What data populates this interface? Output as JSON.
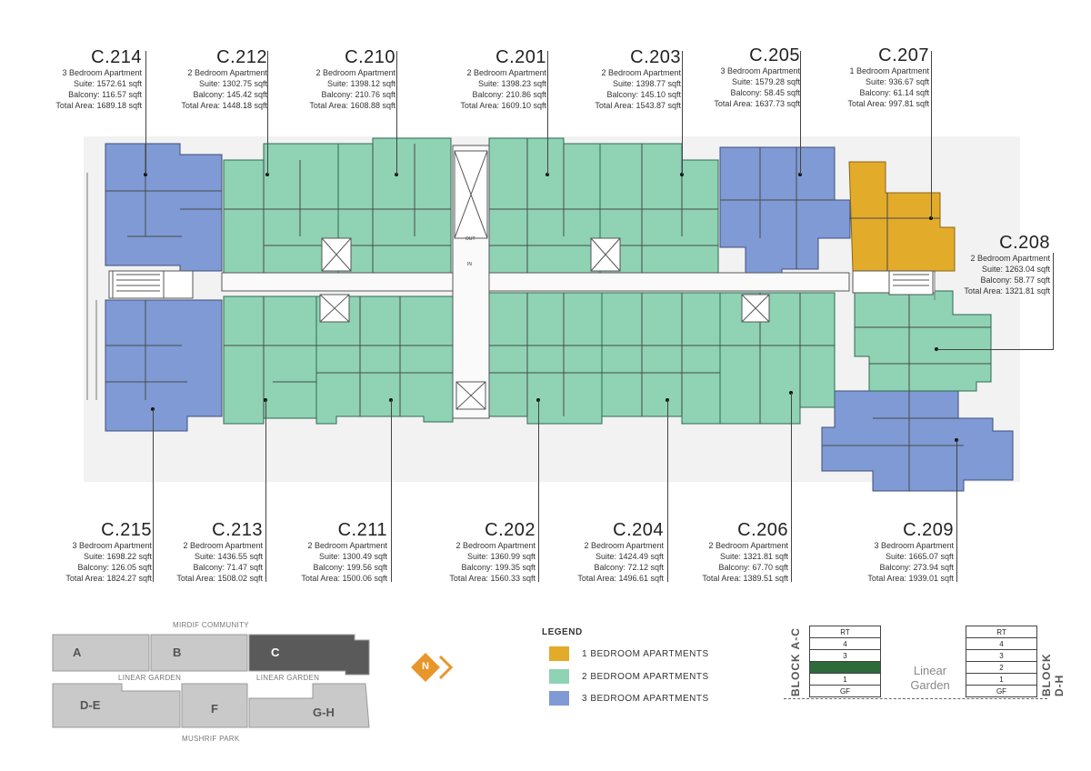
{
  "units_top": [
    {
      "code": "C.214",
      "type": "3 Bedroom Apartment",
      "suite": "Suite: 1572.61 sqft",
      "balcony": "Balcony: 116.57 sqft",
      "total": "Total Area: 1689.18 sqft"
    },
    {
      "code": "C.212",
      "type": "2 Bedroom Apartment",
      "suite": "Suite: 1302.75 sqft",
      "balcony": "Balcony: 145.42 sqft",
      "total": "Total Area: 1448.18 sqft"
    },
    {
      "code": "C.210",
      "type": "2 Bedroom Apartment",
      "suite": "Suite: 1398.12 sqft",
      "balcony": "Balcony: 210.76 sqft",
      "total": "Total Area: 1608.88 sqft"
    },
    {
      "code": "C.201",
      "type": "2 Bedroom Apartment",
      "suite": "Suite: 1398.23 sqft",
      "balcony": "Balcony: 210.86 sqft",
      "total": "Total Area: 1609.10 sqft"
    },
    {
      "code": "C.203",
      "type": "2 Bedroom Apartment",
      "suite": "Suite: 1398.77 sqft",
      "balcony": "Balcony: 145.10 sqft",
      "total": "Total Area: 1543.87 sqft"
    },
    {
      "code": "C.205",
      "type": "3 Bedroom Apartment",
      "suite": "Suite: 1579.28 sqft",
      "balcony": "Balcony: 58.45 sqft",
      "total": "Total Area: 1637.73 sqft"
    },
    {
      "code": "C.207",
      "type": "1 Bedroom Apartment",
      "suite": "Suite: 936.67 sqft",
      "balcony": "Balcony: 61.14 sqft",
      "total": "Total Area: 997.81 sqft"
    }
  ],
  "unit_right": {
    "code": "C.208",
    "type": "2 Bedroom Apartment",
    "suite": "Suite: 1263.04 sqft",
    "balcony": "Balcony: 58.77 sqft",
    "total": "Total Area: 1321.81 sqft"
  },
  "units_bottom": [
    {
      "code": "C.215",
      "type": "3 Bedroom Apartment",
      "suite": "Suite: 1698.22 sqft",
      "balcony": "Balcony: 126.05 sqft",
      "total": "Total Area: 1824.27 sqft"
    },
    {
      "code": "C.213",
      "type": "2 Bedroom Apartment",
      "suite": "Suite: 1436.55 sqft",
      "balcony": "Balcony: 71.47 sqft",
      "total": "Total Area: 1508.02 sqft"
    },
    {
      "code": "C.211",
      "type": "2 Bedroom Apartment",
      "suite": "Suite: 1300.49 sqft",
      "balcony": "Balcony: 199.56 sqft",
      "total": "Total Area: 1500.06 sqft"
    },
    {
      "code": "C.202",
      "type": "2 Bedroom Apartment",
      "suite": "Suite: 1360.99 sqft",
      "balcony": "Balcony: 199.35 sqft",
      "total": "Total Area: 1560.33 sqft"
    },
    {
      "code": "C.204",
      "type": "2 Bedroom Apartment",
      "suite": "Suite: 1424.49 sqft",
      "balcony": "Balcony: 72.12 sqft",
      "total": "Total Area: 1496.61 sqft"
    },
    {
      "code": "C.206",
      "type": "2 Bedroom Apartment",
      "suite": "Suite: 1321.81 sqft",
      "balcony": "Balcony: 67.70 sqft",
      "total": "Total Area: 1389.51 sqft"
    },
    {
      "code": "C.209",
      "type": "3 Bedroom Apartment",
      "suite": "Suite: 1665.07 sqft",
      "balcony": "Balcony: 273.94 sqft",
      "total": "Total Area: 1939.01 sqft"
    }
  ],
  "plan_labels": {
    "out": "OUT",
    "in": "IN"
  },
  "legend": {
    "title": "LEGEND",
    "items": [
      {
        "label": "1 BEDROOM APARTMENTS",
        "color": "#e3ab2a"
      },
      {
        "label": "2 BEDROOM APARTMENTS",
        "color": "#8fd2b4"
      },
      {
        "label": "3 BEDROOM APARTMENTS",
        "color": "#7f9ad4"
      }
    ]
  },
  "key_map": {
    "top_label": "MIRDIF COMMUNITY",
    "garden_label_1": "LINEAR GARDEN",
    "garden_label_2": "LINEAR GARDEN",
    "bottom_label": "MUSHRIF PARK",
    "blocks": [
      "A",
      "B",
      "C",
      "D-E",
      "F",
      "G-H"
    ],
    "active_block": "C",
    "colors": {
      "inactive": "#c9c9c9",
      "active": "#5a5a5a"
    }
  },
  "north": {
    "label": "N",
    "color": "#e8962a"
  },
  "floors": {
    "left_block": "BLOCK A-C",
    "right_block": "BLOCK D-H",
    "levels": [
      "RT",
      "4",
      "3",
      "2",
      "1",
      "GF"
    ],
    "active_level": "2",
    "garden": "Linear Garden"
  },
  "colors": {
    "one_bed": "#e3ab2a",
    "two_bed": "#8fd2b4",
    "three_bed": "#7f9ad4",
    "wall": "#4a4a4a"
  }
}
